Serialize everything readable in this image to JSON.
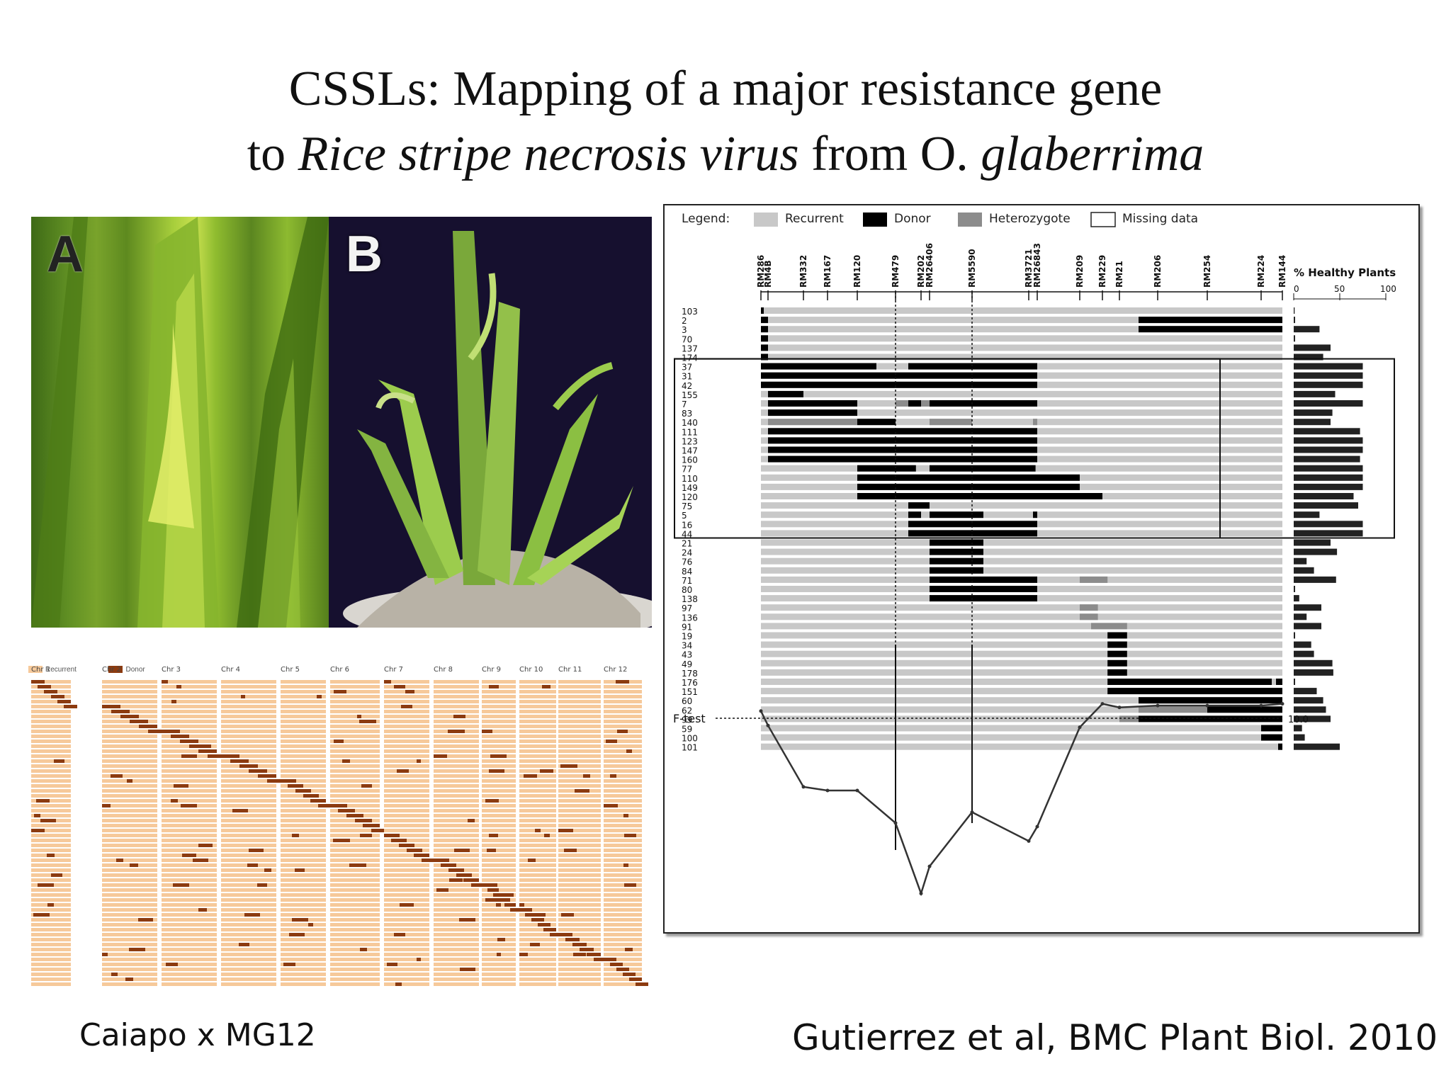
{
  "slide": {
    "title_line1": "CSSLs: Mapping of a major resistance gene",
    "title_line2_prefix": "to ",
    "title_line2_italic1": "Rice stripe necrosis virus",
    "title_line2_mid": " from ",
    "title_line2_plain2": "O. ",
    "title_line2_italic2": "glaberrima",
    "caption_left": "Caiapo x MG12",
    "caption_right": "Gutierrez et al, BMC Plant Biol. 2010"
  },
  "photos": {
    "label_a": "A",
    "label_b": "B"
  },
  "cssl_panel": {
    "legend_recurrent": "Recurrent",
    "legend_donor": "Donor",
    "colors": {
      "recurrent": "#f6c99a",
      "donor": "#8c3b10"
    },
    "chromosomes": [
      "Chr 1",
      "Chr 2",
      "Chr 3",
      "Chr 4",
      "Chr 5",
      "Chr 6",
      "Chr 7",
      "Chr 8",
      "Chr 9",
      "Chr 10",
      "Chr 11",
      "Chr 12"
    ]
  },
  "genotype_figure": {
    "legend_title": "Legend:",
    "legend_items": [
      {
        "label": "Recurrent",
        "color": "#c8c8c8"
      },
      {
        "label": "Donor",
        "color": "#000000"
      },
      {
        "label": "Heterozygote",
        "color": "#8c8c8c"
      },
      {
        "label": "Missing data",
        "color": "#ffffff"
      }
    ],
    "healthy_title": "% Healthy Plants",
    "healthy_ticks": [
      "0",
      "50",
      "100"
    ],
    "ftest_label": "F-test",
    "ftest_threshold": "10.0",
    "markers": [
      "RM286",
      "RM4B",
      "RM332",
      "RM167",
      "RM120",
      "RM479",
      "RM202",
      "RM26406",
      "RM5590",
      "RM3721",
      "RM26843",
      "RM209",
      "RM229",
      "RM21",
      "RM206",
      "RM254",
      "RM224",
      "RM144"
    ],
    "lines": [
      "103",
      "2",
      "3",
      "70",
      "137",
      "174",
      "37",
      "31",
      "42",
      "155",
      "7",
      "83",
      "140",
      "111",
      "123",
      "147",
      "160",
      "77",
      "110",
      "149",
      "120",
      "75",
      "5",
      "16",
      "44",
      "21",
      "24",
      "76",
      "84",
      "71",
      "80",
      "138",
      "97",
      "136",
      "91",
      "19",
      "34",
      "43",
      "49",
      "178",
      "176",
      "151",
      "60",
      "62",
      "99",
      "59",
      "100",
      "101"
    ]
  }
}
